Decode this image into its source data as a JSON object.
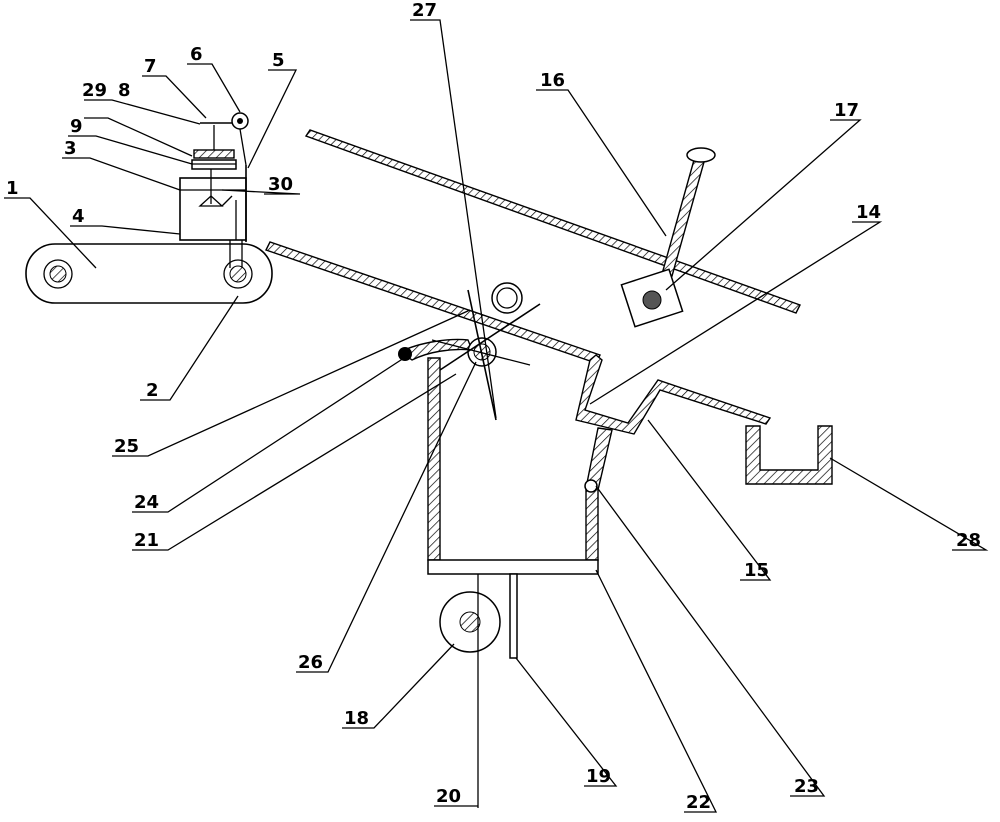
{
  "labels": {
    "l1": "1",
    "l2": "2",
    "l3": "3",
    "l4": "4",
    "l5": "5",
    "l6": "6",
    "l7": "7",
    "l8": "8",
    "l9": "9",
    "l14": "14",
    "l15": "15",
    "l16": "16",
    "l17": "17",
    "l18": "18",
    "l19": "19",
    "l20": "20",
    "l21": "21",
    "l22": "22",
    "l23": "23",
    "l24": "24",
    "l25": "25",
    "l26": "26",
    "l27": "27",
    "l28": "28",
    "l29": "29",
    "l30": "30"
  }
}
